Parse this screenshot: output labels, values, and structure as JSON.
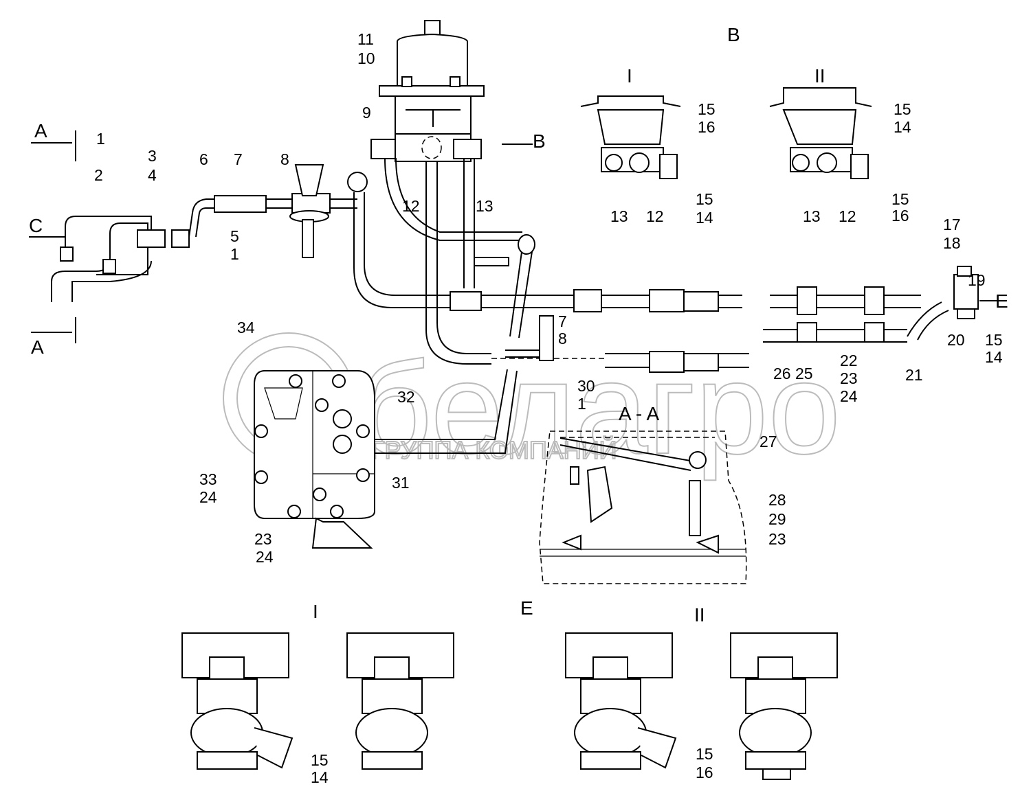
{
  "watermark": {
    "brand": "белагро",
    "subtitle": "ГРУППА КОМПАНИЙ"
  },
  "views": {
    "section_a_top": "A",
    "section_a_bottom": "A",
    "view_c": "C",
    "view_b_arrow": "B",
    "view_b_title": "B",
    "view_b_I": "I",
    "view_b_II": "II",
    "view_e_arrow": "E",
    "section_aa": "A - A",
    "view_e_I": "I",
    "view_e_title": "E",
    "view_e_II": "II"
  },
  "callouts": [
    "11",
    "10",
    "9",
    "1",
    "2",
    "3",
    "4",
    "6",
    "7",
    "8",
    "5",
    "1",
    "34",
    "12",
    "13",
    "15",
    "16",
    "13",
    "12",
    "15",
    "14",
    "15",
    "14",
    "13",
    "12",
    "15",
    "16",
    "17",
    "18",
    "19",
    "20",
    "15",
    "14",
    "7",
    "8",
    "30",
    "1",
    "26",
    "25",
    "22",
    "23",
    "24",
    "21",
    "32",
    "31",
    "33",
    "24",
    "23",
    "24",
    "27",
    "28",
    "29",
    "23",
    "15",
    "14",
    "15",
    "16"
  ]
}
